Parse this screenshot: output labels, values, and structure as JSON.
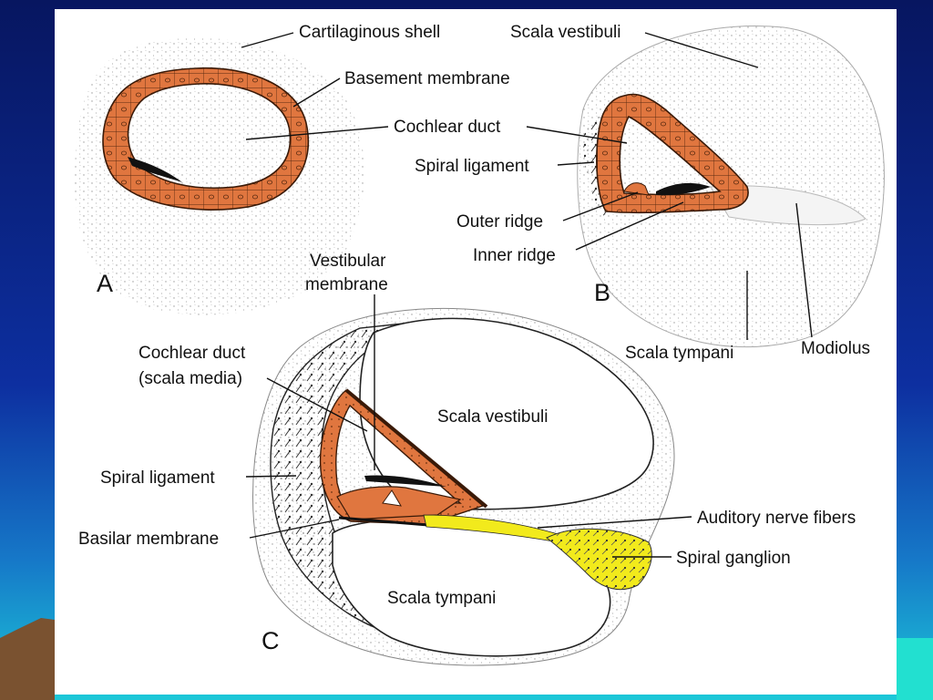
{
  "colors": {
    "epithelium": "#e0763f",
    "ganglion": "#f2ea1c",
    "background_top": "#0a1a66",
    "background_bottom": "#19c3d8",
    "panel": "#ffffff"
  },
  "panels": {
    "a": "A",
    "b": "B",
    "c": "C"
  },
  "labels": {
    "cartilaginous_shell": "Cartilaginous shell",
    "basement_membrane": "Basement membrane",
    "cochlear_duct_a": "Cochlear duct",
    "scala_vestibuli_b": "Scala vestibuli",
    "spiral_ligament_b": "Spiral ligament",
    "outer_ridge": "Outer ridge",
    "inner_ridge": "Inner ridge",
    "scala_tympani_b": "Scala tympani",
    "modiolus": "Modiolus",
    "vestibular_membrane_1": "Vestibular",
    "vestibular_membrane_2": "membrane",
    "cochlear_duct_c_1": "Cochlear duct",
    "cochlear_duct_c_2": "(scala media)",
    "scala_vestibuli_c": "Scala vestibuli",
    "spiral_ligament_c": "Spiral ligament",
    "auditory_nerve_fibers": "Auditory nerve fibers",
    "basilar_membrane": "Basilar membrane",
    "spiral_ganglion": "Spiral ganglion",
    "scala_tympani_c": "Scala tympani"
  }
}
